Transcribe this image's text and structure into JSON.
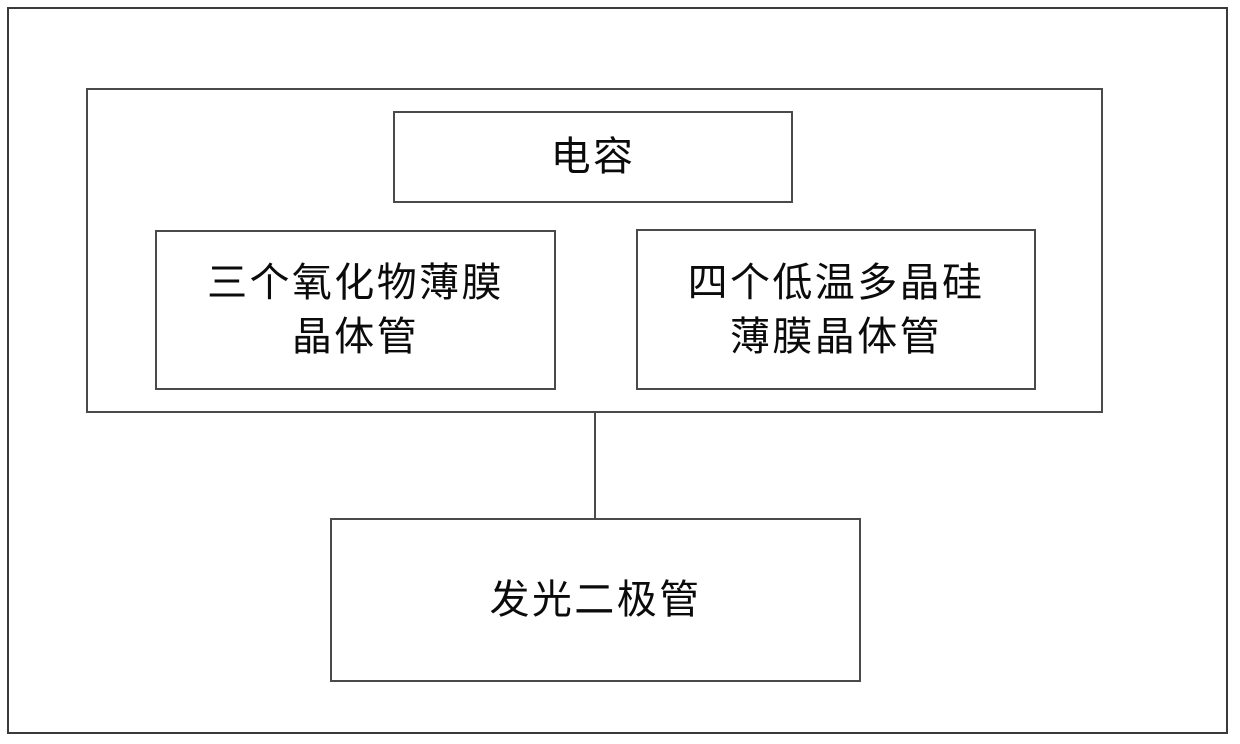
{
  "diagram": {
    "type": "block-diagram",
    "outer_frame": {
      "label": ""
    },
    "group": {
      "name": "pixel-circuit-group",
      "label": ""
    },
    "nodes": [
      {
        "id": "capacitor",
        "label": "电容"
      },
      {
        "id": "oxide-tft",
        "label": "三个氧化物薄膜\n晶体管"
      },
      {
        "id": "ltps-tft",
        "label": "四个低温多晶硅\n薄膜晶体管"
      },
      {
        "id": "led",
        "label": "发光二极管"
      }
    ],
    "connectors": [
      {
        "from": "pixel-circuit-group",
        "to": "led",
        "style": "solid-line"
      }
    ],
    "colors": {
      "background": "#ffffff",
      "stroke": "#4a4a4a",
      "outer_stroke": "#3a3a3a",
      "text": "#0b0b0b"
    }
  }
}
